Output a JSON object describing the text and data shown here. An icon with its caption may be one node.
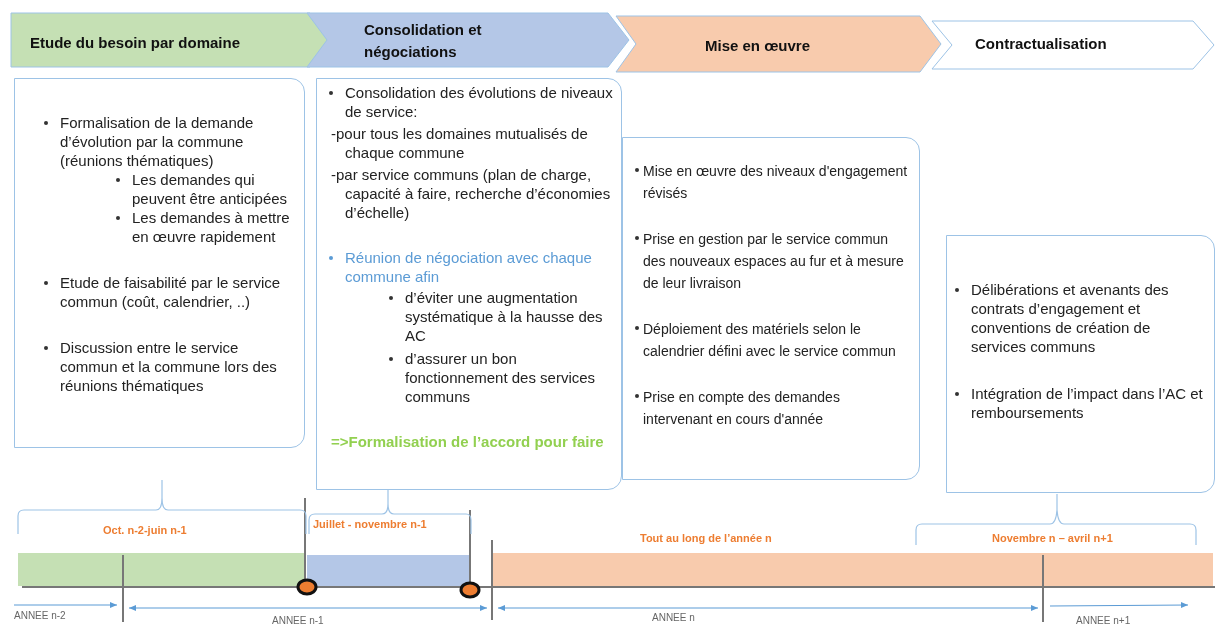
{
  "diagram": {
    "nodes": [
      {
        "text": [
          "Etude du besoin par domaine"
        ]
      },
      {
        "text": [
          "Consolidation et négociations"
        ]
      },
      {
        "text": [
          "Mise en œuvre"
        ]
      },
      {
        "text": [
          "Contractualisation"
        ]
      },
      {
        "text": [
          "Formalisation de la demande d’évolution par la commune (réunions thématiques)",
          "Les demandes qui peuvent être anticipées",
          "Les demandes à mettre en œuvre rapidement",
          "Etude de faisabilité par le service commun (coût, calendrier, ..)",
          "Discussion entre le service commun et la commune lors des réunions thématiques"
        ]
      },
      {
        "text": [
          "Consolidation des évolutions de niveaux de service:",
          "-pour tous les domaines mutualisés de chaque commune",
          "-par service communs (plan de charge, capacité à faire, recherche d’économies d’échelle)",
          "Réunion de négociation avec chaque commune afin",
          "d’éviter une augmentation systématique à la hausse des AC",
          "d’assurer un bon fonctionnement des services communs",
          "=>Formalisation de l’accord pour faire"
        ]
      },
      {
        "text": [
          "Mise en œuvre des niveaux d'engagement révisés",
          "Prise en gestion par le service commun des nouveaux espaces au fur et à mesure de leur livraison",
          "Déploiement des matériels selon le calendrier défini avec le service commun",
          "Prise en compte des demandes intervenant en cours d'année"
        ]
      },
      {
        "text": [
          "Délibérations et avenants des contrats d’engagement et conventions de création de services communs",
          "Intégration de l’impact dans l’AC et remboursements"
        ]
      }
    ],
    "labels": [
      "Oct. n-2-juin n-1",
      "Juillet - novembre n-1",
      "Tout au long de l’année n",
      "Novembre n – avril n+1",
      "ANNEE n-2",
      "ANNEE n-1",
      "ANNEE n",
      "ANNEE n+1"
    ]
  }
}
